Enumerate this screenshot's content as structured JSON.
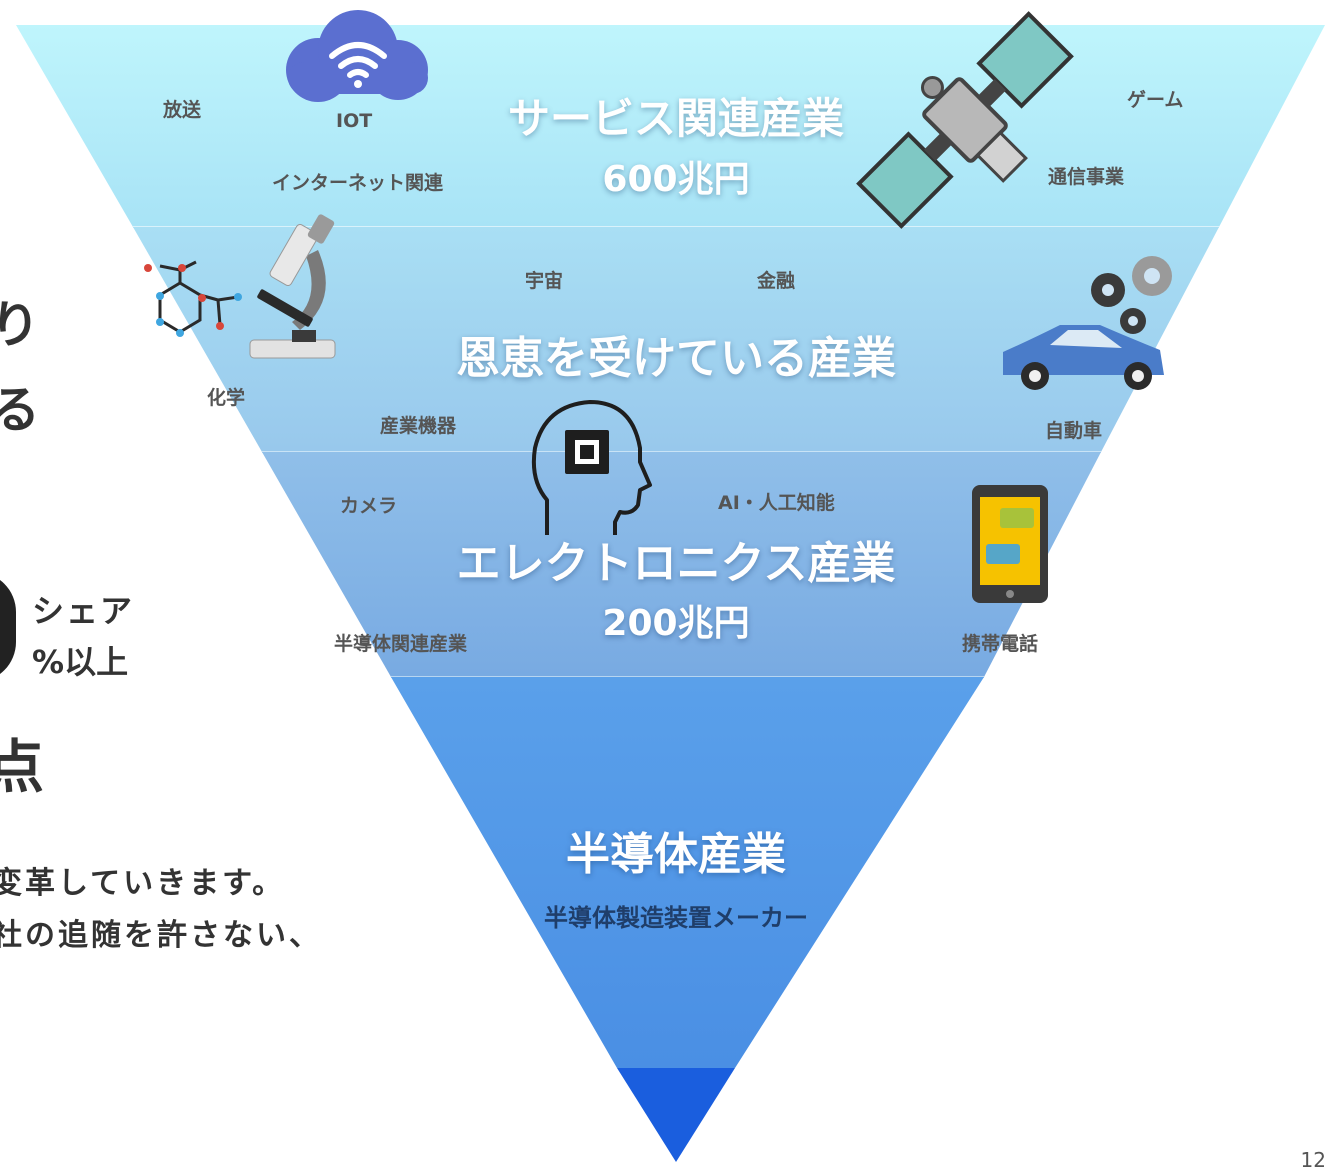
{
  "left": {
    "line1": "り",
    "line2": "る",
    "share_label": "シェア",
    "share_sub": "%以上",
    "point": "点",
    "body1": "変革していきます。",
    "body2": "社の追随を許さない、"
  },
  "tiers": {
    "service": {
      "title": "サービス関連産業",
      "value": "600兆円"
    },
    "benefit": {
      "title": "恩恵を受けている産業"
    },
    "electronics": {
      "title": "エレクトロニクス産業",
      "value": "200兆円"
    },
    "semiconductor": {
      "title": "半導体産業",
      "sub": "半導体製造装置メーカー"
    }
  },
  "labels": {
    "broadcast": "放送",
    "iot": "IOT",
    "internet": "インターネット関連",
    "game": "ゲーム",
    "telecom": "通信事業",
    "space": "宇宙",
    "finance": "金融",
    "chemistry": "化学",
    "industrial": "産業機器",
    "automobile": "自動車",
    "camera": "カメラ",
    "ai": "AI・人工知能",
    "semi_related": "半導体関連産業",
    "mobile": "携帯電話"
  },
  "page_number": "12",
  "colors": {
    "tier1": "#b8f2fb",
    "tier2": "#a9d6f1",
    "tier3": "#8cb7e6",
    "tier4": "#4d97e8",
    "apex": "#1a5ede",
    "cloud": "#5b6fd0",
    "car": "#4a7cc9"
  }
}
